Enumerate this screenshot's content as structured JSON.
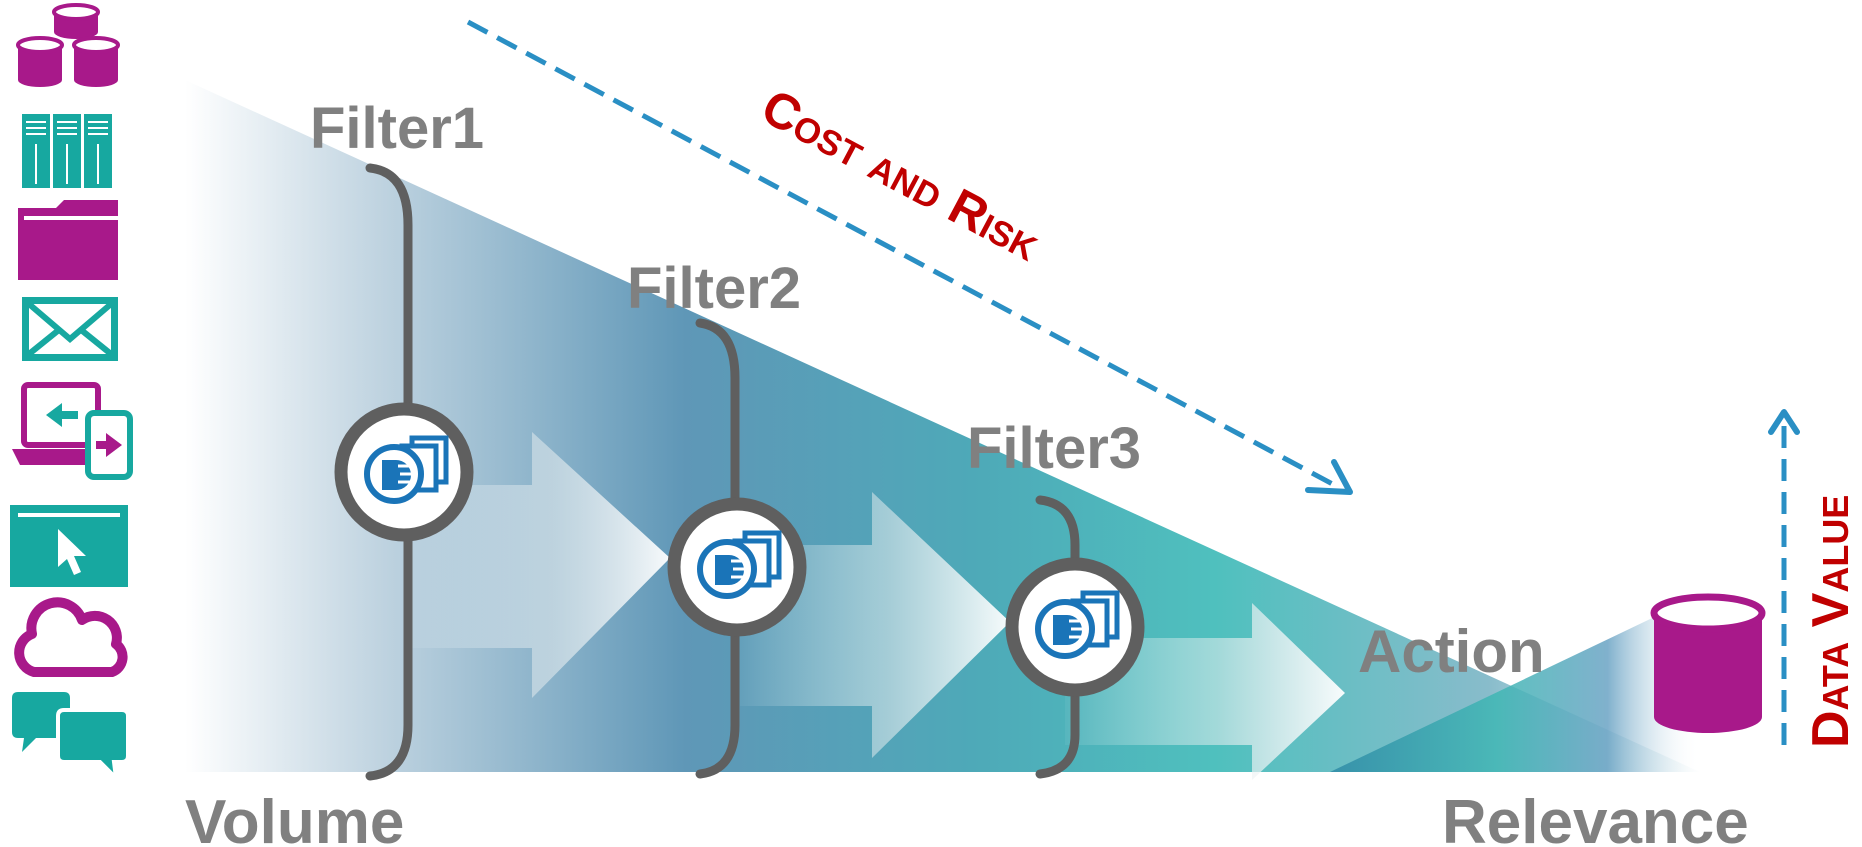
{
  "filters": [
    {
      "label": "Filter1"
    },
    {
      "label": "Filter2"
    },
    {
      "label": "Filter3"
    }
  ],
  "action_label": "Action",
  "cost_label": "Cost and Risk",
  "value_label": "Data Value",
  "axis": {
    "left": "Volume",
    "right": "Relevance"
  },
  "colors": {
    "grey_text": "#808080",
    "red_text": "#c00000",
    "arrow_blue": "#2a8fc4",
    "bracket": "#5f5f5f",
    "magenta": "#a8198a",
    "teal": "#17a8a0",
    "icon_blue": "#1a74b8"
  },
  "source_icons": [
    "databases-icon",
    "server-rack-icon",
    "folder-icon",
    "email-icon",
    "devices-sync-icon",
    "web-click-icon",
    "cloud-icon",
    "chat-icon"
  ],
  "filter_icon": "document-filter-icon",
  "target_icon": "database-icon"
}
